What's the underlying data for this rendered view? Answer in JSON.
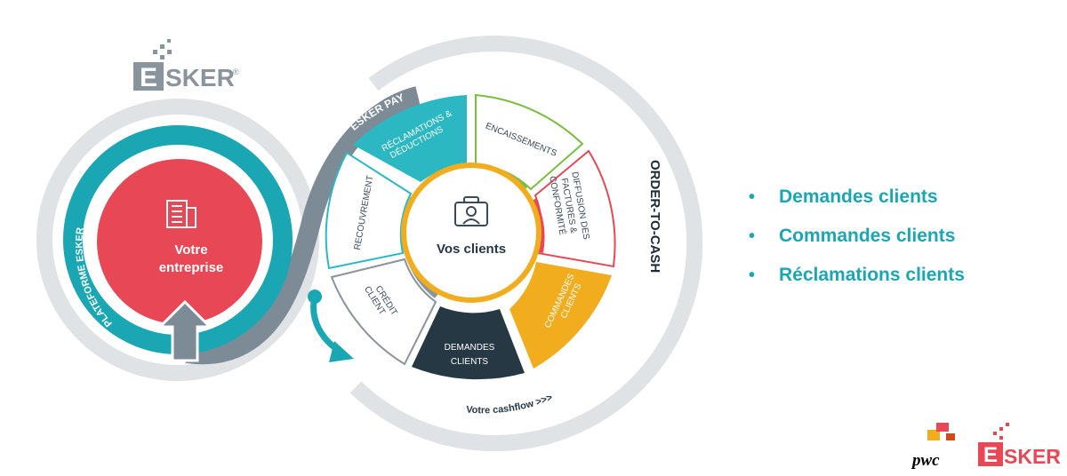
{
  "header_logo": {
    "text": "SKER",
    "letter": "E",
    "mark": "®"
  },
  "platform": {
    "arc_label": "PLATEFORME ESKER",
    "title_line1": "Votre",
    "title_line2": "entreprise",
    "icon": "building-icon"
  },
  "pay_label": "ESKER PAY",
  "order_label": "ORDER-TO-CASH",
  "cashflow_label": "Votre cashflow >>>",
  "center": {
    "label": "Vos clients",
    "icon": "client-case-icon"
  },
  "segments": [
    {
      "id": "reclamations",
      "line1": "RÉCLAMATIONS &",
      "line2": "DÉDUCTIONS",
      "color": "#2bb8c2"
    },
    {
      "id": "encaissements",
      "line1": "ENCAISSEMENTS",
      "line2": "",
      "color": "#7bbe3f"
    },
    {
      "id": "diffusion",
      "line1": "DIFFUSION DES",
      "line2": "FACTURES &",
      "line3": "CONFORMITÉ",
      "color": "#e84856"
    },
    {
      "id": "commandes",
      "line1": "COMMANDES",
      "line2": "CLIENTS",
      "color": "#f2ad1f"
    },
    {
      "id": "demandes",
      "line1": "DEMANDES",
      "line2": "CLIENTS",
      "color": "#273845"
    },
    {
      "id": "credit",
      "line1": "CRÉDIT",
      "line2": "CLIENT",
      "color": "#8a949c"
    },
    {
      "id": "recouvrement",
      "line1": "RECOUVREMENT",
      "line2": "",
      "color": "#2bb8c2"
    }
  ],
  "bullets": [
    "Demandes clients",
    "Commandes clients",
    "Réclamations clients"
  ],
  "footer": {
    "pwc": "pwc",
    "esker_text": "SKER",
    "esker_letter": "E",
    "mark": "®"
  },
  "colors": {
    "teal": "#1aa7b3",
    "slate": "#7d8b96",
    "red": "#e84856",
    "grey_ring": "#d7dcdf"
  }
}
